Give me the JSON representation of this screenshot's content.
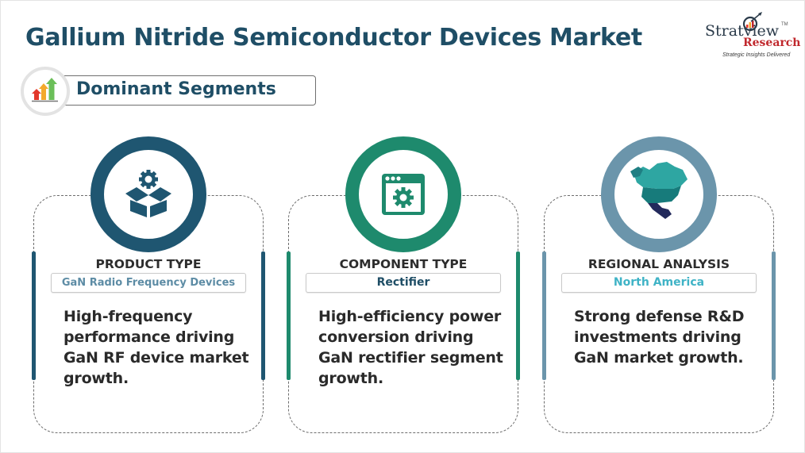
{
  "header": {
    "title": "Gallium Nitride Semiconductor Devices Market",
    "section_label": "Dominant Segments",
    "section_icon": "growth-arrows-icon"
  },
  "logo": {
    "name": "Stratview",
    "trademark": "TM",
    "sub": "Research",
    "tagline": "Strategic Insights Delivered"
  },
  "colors": {
    "title": "#1f4e66",
    "product": "#1f5671",
    "component": "#1e8a6d",
    "regional": "#6b95ab",
    "arrow_red": "#e2372b",
    "arrow_orange": "#f3a92c",
    "arrow_green": "#6bbf59"
  },
  "cards": [
    {
      "heading": "PRODUCT TYPE",
      "value": "GaN Radio Frequency Devices",
      "description": "High-frequency performance driving GaN RF device market growth.",
      "icon": "box-gear-icon"
    },
    {
      "heading": "COMPONENT TYPE",
      "value": "Rectifier",
      "description": "High-efficiency power conversion driving GaN rectifier segment growth.",
      "icon": "window-gear-icon"
    },
    {
      "heading": "REGIONAL ANALYSIS",
      "value": "North America",
      "description": "Strong defense R&D investments driving GaN market growth.",
      "icon": "north-america-map-icon"
    }
  ]
}
